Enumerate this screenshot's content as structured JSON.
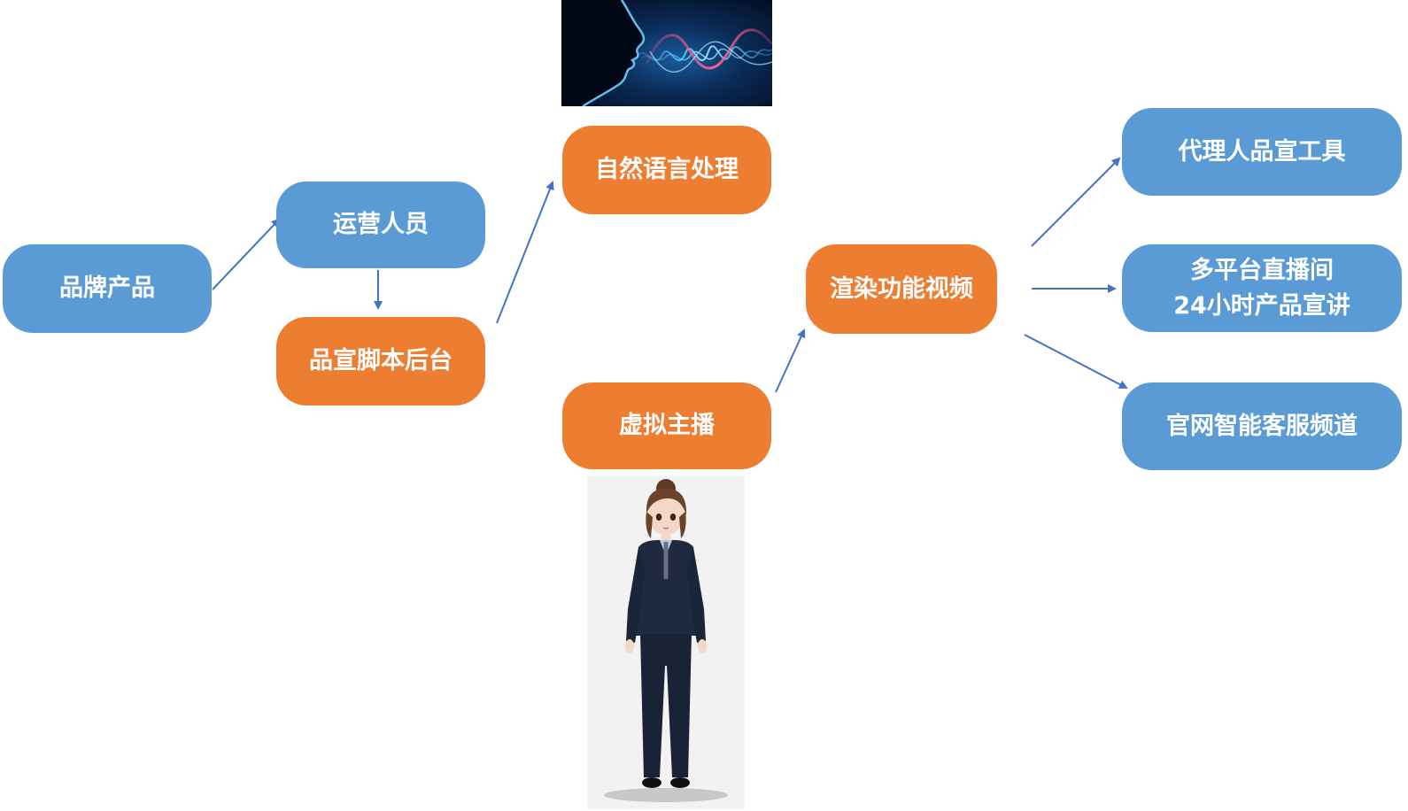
{
  "colors": {
    "blue_node": "#5b9bd5",
    "orange_node": "#ed7d31",
    "arrow": "#4472c4",
    "text": "#ffffff"
  },
  "nodes": {
    "brand_product": "品牌产品",
    "operations_staff": "运营人员",
    "script_backend": "品宣脚本后台",
    "nlp": "自然语言处理",
    "virtual_host": "虚拟主播",
    "render_video": "渲染功能视频",
    "agent_tool": "代理人品宣工具",
    "live_stream": "多平台直播间\n24小时产品宣讲",
    "customer_service": "官网智能客服频道"
  },
  "images": {
    "voice_image": "voice-waveform-face-illustration",
    "avatar_image": "virtual-host-avatar-in-suit"
  }
}
